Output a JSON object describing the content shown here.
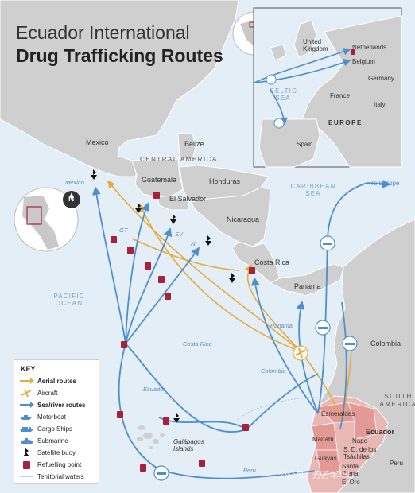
{
  "title": {
    "line1": "Ecuador International",
    "line2": "Drug Trafficking Routes"
  },
  "countries": {
    "mexico": "Mexico",
    "belize": "Belize",
    "guatemala": "Guatemala",
    "honduras": "Honduras",
    "el_salvador": "El Salvador",
    "nicaragua": "Nicaragua",
    "costa_rica": "Costa Rica",
    "panama": "Panama",
    "colombia": "Colombia",
    "ecuador": "Ecuador",
    "peru": "Peru",
    "galapagos": "Galápagos Islands"
  },
  "regions": {
    "central_america": "CENTRAL AMERICA",
    "south_america": "SOUTH AMERICA"
  },
  "seas": {
    "caribbean": "CARIBBEAN SEA",
    "pacific": "PACIFIC OCEAN"
  },
  "route_labels": {
    "mexico": "Mexico",
    "gt": "GT",
    "sv": "SV",
    "ni": "NI",
    "costa_rica": "Costa Rica",
    "panama": "Panama",
    "colombia": "Colombia",
    "ecuador": "Ecuador",
    "peru": "Peru"
  },
  "to_europe": "To Europe",
  "provinces": {
    "esmeraldas": "Esmeraldas",
    "manabi": "Manabí",
    "napo": "Napo",
    "santo_domingo": "S. D. de los Tsáchilas",
    "guayas": "Guayas",
    "santa_elena": "Santa Elena",
    "el_oro": "El Oro"
  },
  "inset": {
    "uk": "United Kingdom",
    "netherlands": "Netherlands",
    "belgium": "Belgium",
    "germany": "Germany",
    "france": "France",
    "italy": "Italy",
    "spain": "Spain",
    "celtic_sea": "CELTIC SEA",
    "europe": "EUROPE"
  },
  "key": {
    "title": "KEY",
    "items": [
      {
        "label": "Aerial routes",
        "bold": true,
        "icon": "orange-arrow-icon"
      },
      {
        "label": "Aircraft",
        "bold": false,
        "icon": "aircraft-icon"
      },
      {
        "label": "Sea/river routes",
        "bold": true,
        "icon": "blue-arrow-icon"
      },
      {
        "label": "Motorboat",
        "bold": false,
        "icon": "motorboat-icon"
      },
      {
        "label": "Cargo Ships",
        "bold": false,
        "icon": "cargo-ship-icon"
      },
      {
        "label": "Submarine",
        "bold": false,
        "icon": "submarine-icon"
      },
      {
        "label": "Satellite buoy",
        "bold": false,
        "icon": "satellite-buoy-icon"
      },
      {
        "label": "Refuelling point",
        "bold": false,
        "icon": "fuel-can-icon"
      },
      {
        "label": "Territorial waters",
        "bold": false,
        "icon": "territorial-waters-icon"
      }
    ]
  },
  "compass": "N",
  "watermark": "公众号 · 芳芳年华L",
  "colors": {
    "sea": "#e3eef6",
    "land": "#cfcfcf",
    "aerial": "#e6ac3a",
    "sea_route": "#4f8fcb",
    "fuel": "#a8213a",
    "ecuador": "#e9a7a4"
  }
}
